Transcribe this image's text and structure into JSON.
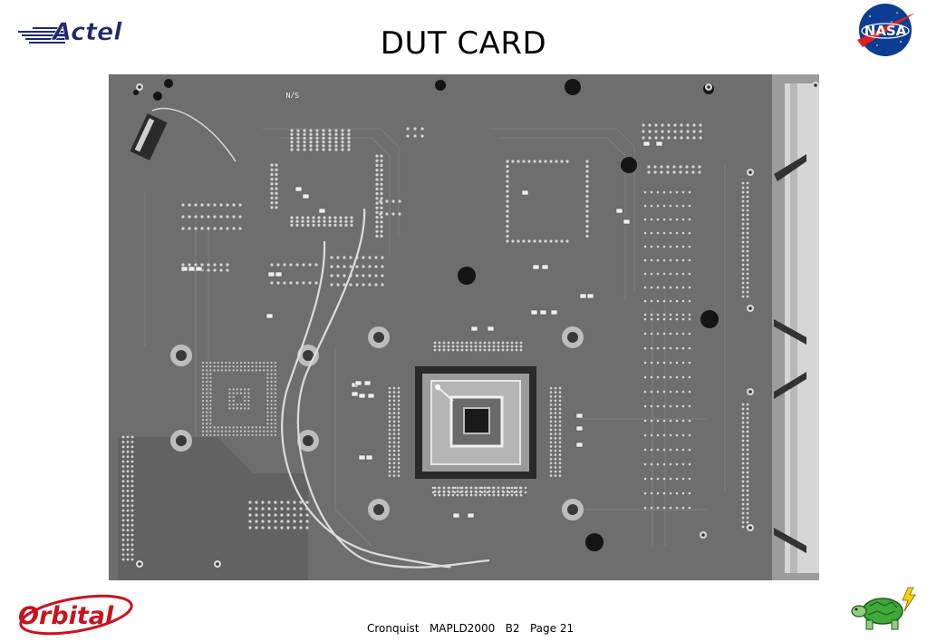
{
  "slide": {
    "title": "DUT CARD",
    "footer": "Cronquist   MAPLD2000   B2   Page 21"
  },
  "logos": {
    "top_left": {
      "icon": "actel-logo-icon",
      "text": "Actel"
    },
    "top_right": {
      "icon": "nasa-logo-icon",
      "text": "NASA"
    },
    "bottom_left": {
      "icon": "orbital-logo-icon",
      "text": "Orbital"
    },
    "bottom_right": {
      "icon": "turtle-lightning-icon"
    }
  },
  "photo": {
    "subject": "dut-card-pcb-photo",
    "colors": {
      "board": "#6d6d6d",
      "trace": "#7a7a7a",
      "hole": "#141414",
      "pad": "#d8d8d8"
    }
  }
}
